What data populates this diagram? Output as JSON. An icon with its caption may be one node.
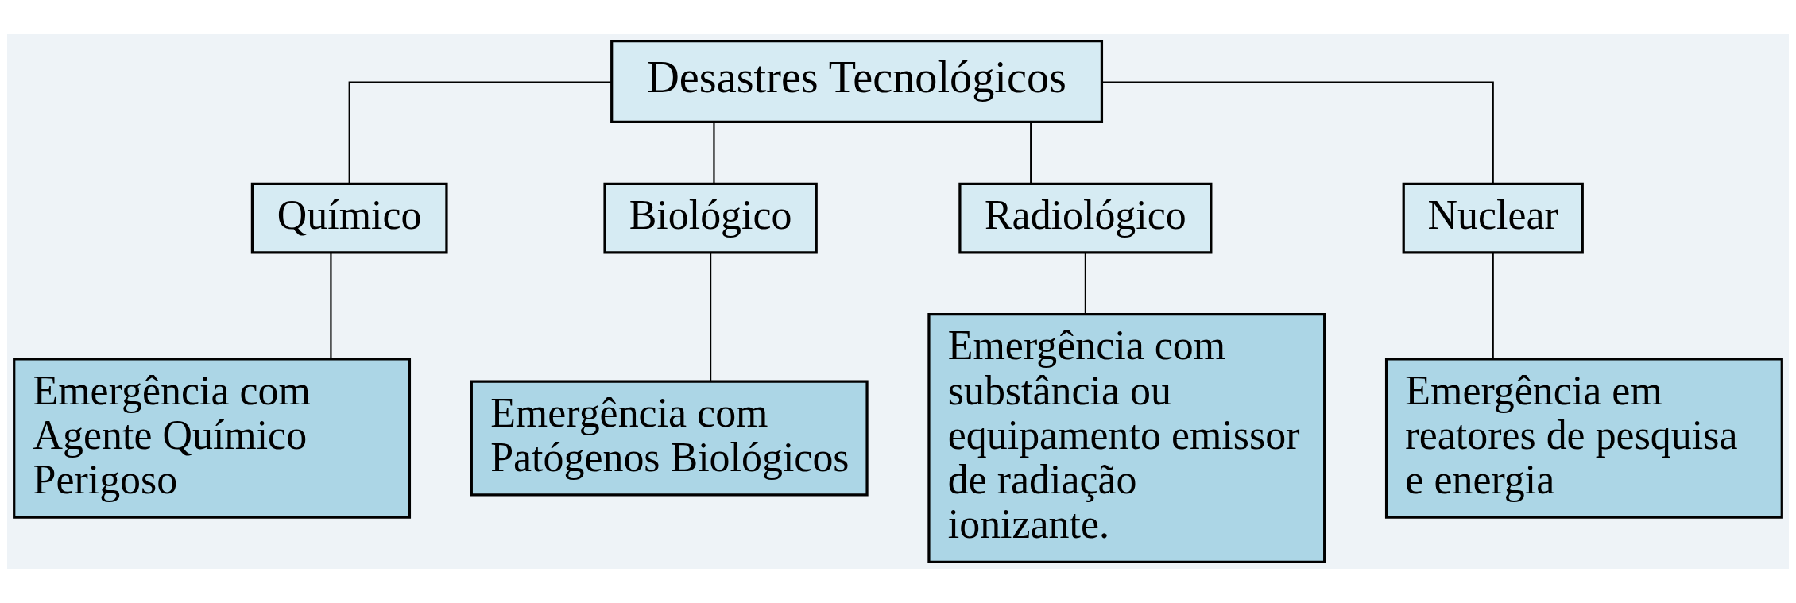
{
  "diagram": {
    "nodes": [
      {
        "text": [
          "Desastres Tecnológicos"
        ]
      },
      {
        "text": [
          "Químico"
        ]
      },
      {
        "text": [
          "Biológico"
        ]
      },
      {
        "text": [
          "Radiológico"
        ]
      },
      {
        "text": [
          "Nuclear"
        ]
      },
      {
        "text": [
          "Emergência com Agente Químico Perigoso"
        ]
      },
      {
        "text": [
          "Emergência com Patógenos Biológicos"
        ]
      },
      {
        "text": [
          "Emergência com substância ou equipamento emissor de radiação ionizante."
        ]
      },
      {
        "text": [
          "Emergência em reatores de pesquisa e energia"
        ]
      }
    ],
    "edges": [
      {
        "from": 0,
        "to": 1,
        "arrow": "none"
      },
      {
        "from": 0,
        "to": 2,
        "arrow": "none"
      },
      {
        "from": 0,
        "to": 3,
        "arrow": "none"
      },
      {
        "from": 0,
        "to": 4,
        "arrow": "none"
      },
      {
        "from": 1,
        "to": 5,
        "arrow": "none"
      },
      {
        "from": 2,
        "to": 6,
        "arrow": "none"
      },
      {
        "from": 3,
        "to": 7,
        "arrow": "none"
      },
      {
        "from": 4,
        "to": 8,
        "arrow": "none"
      }
    ]
  }
}
